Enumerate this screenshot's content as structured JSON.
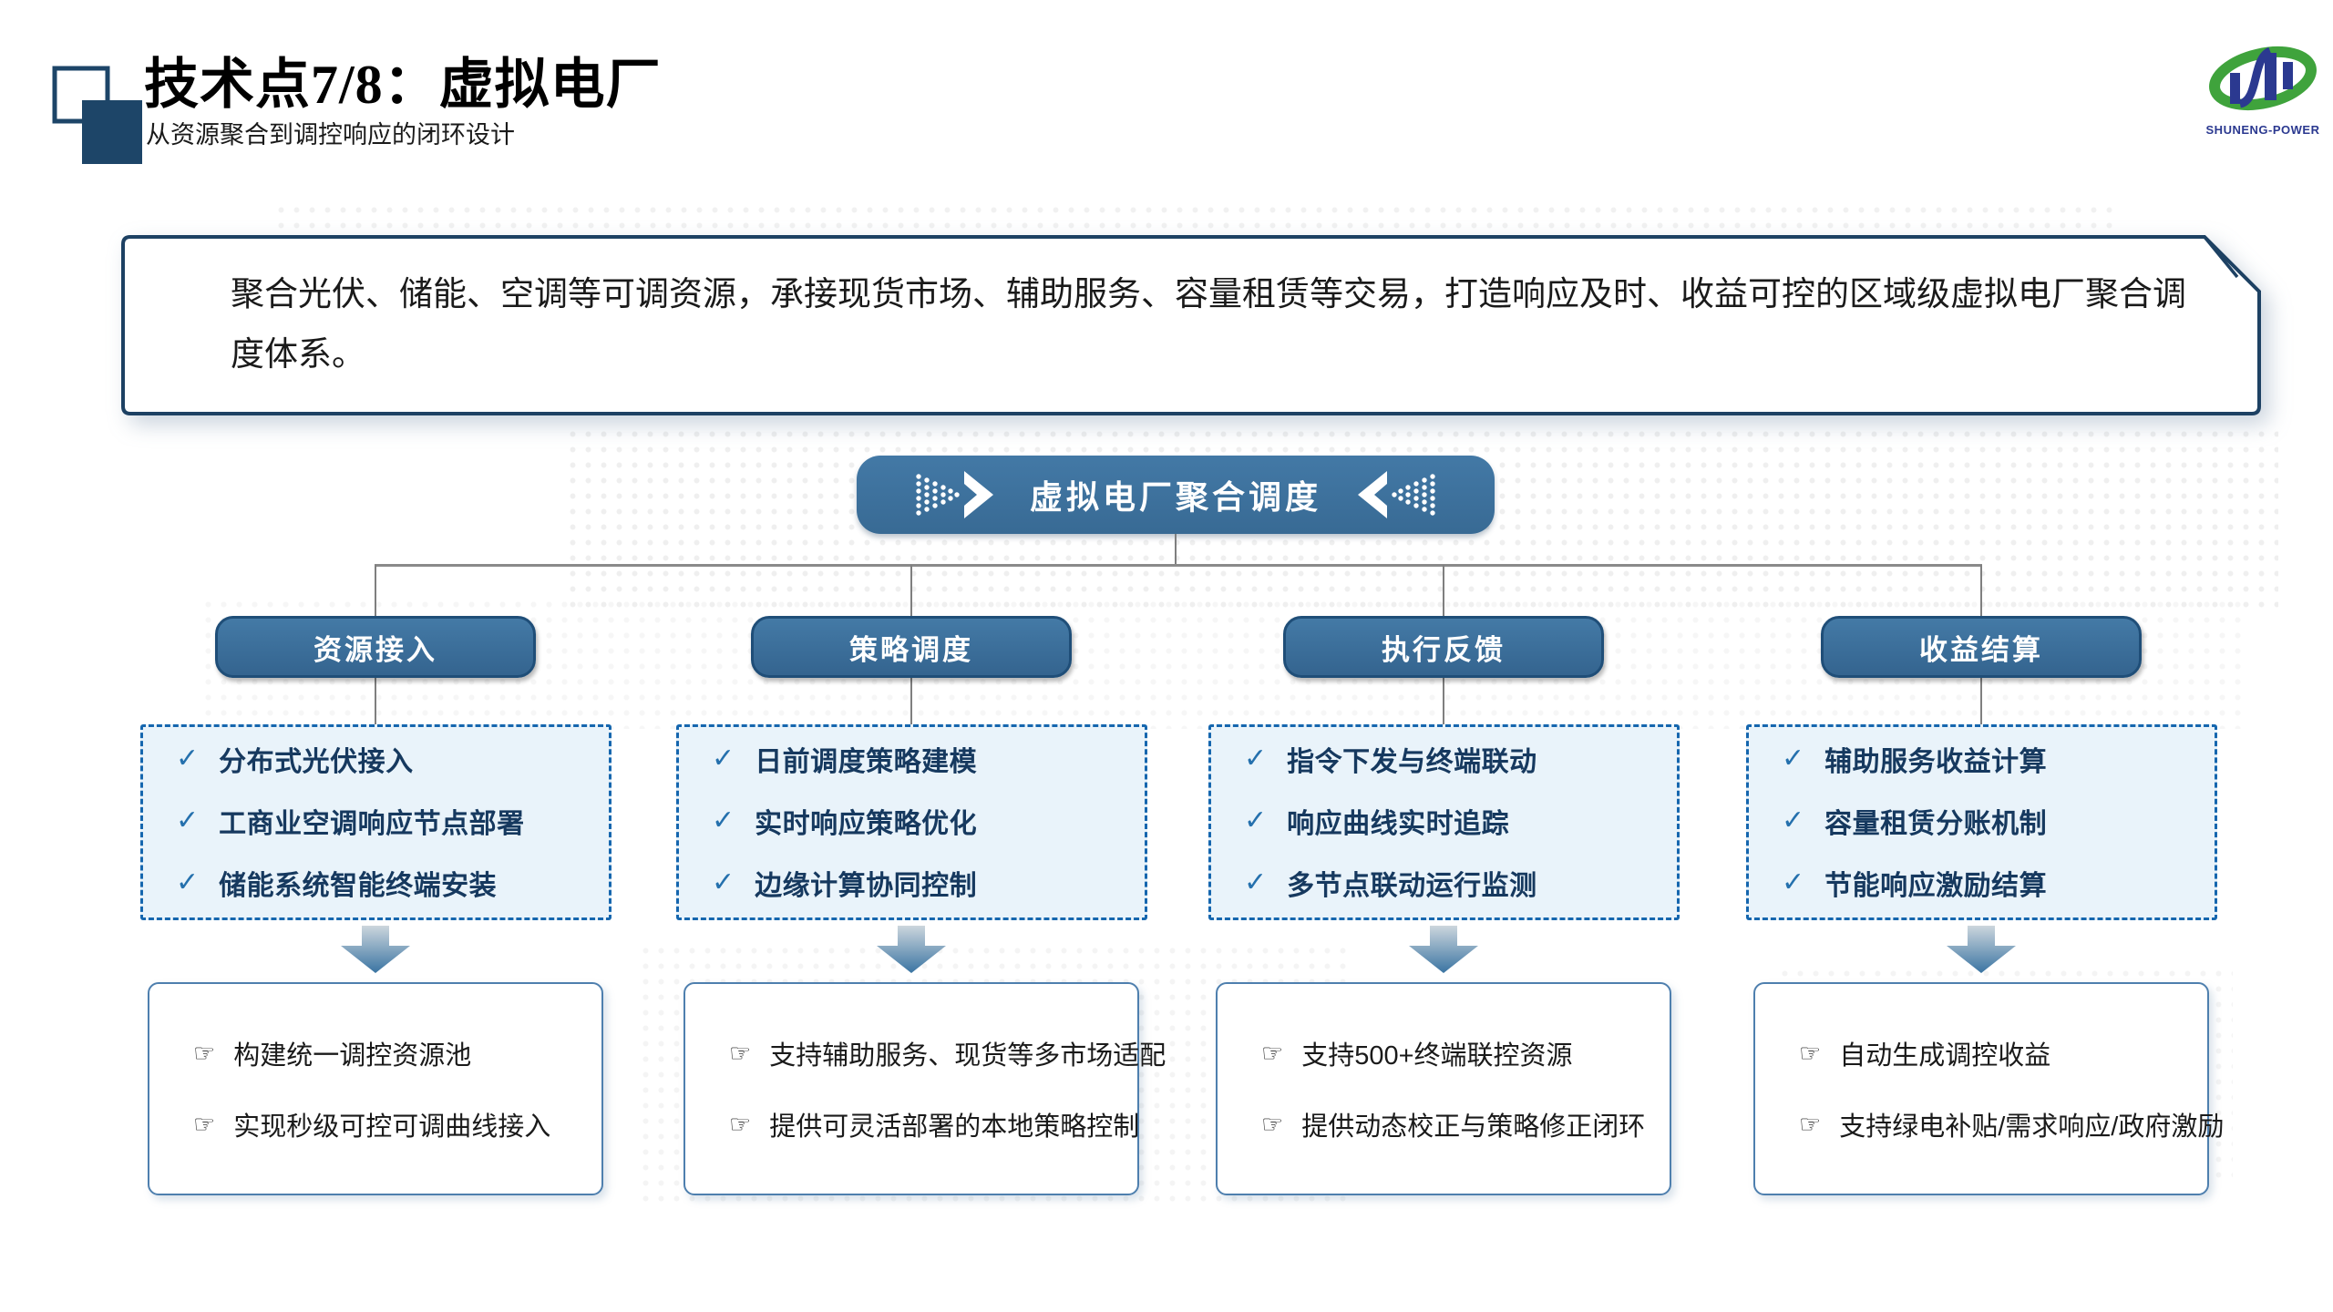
{
  "slide": {
    "header": {
      "title": "技术点7/8：虚拟电厂",
      "subtitle": "从资源聚合到调控响应的闭环设计"
    },
    "logo": {
      "text": "SHUNENG-POWER"
    },
    "summary": "聚合光伏、储能、空调等可调资源，承接现货市场、辅助服务、容量租赁等交易，打造响应及时、收益可控的区域级虚拟电厂聚合调度体系。",
    "root": {
      "label": "虚拟电厂聚合调度"
    },
    "icons": {
      "check": "✓",
      "hand": "☞"
    },
    "columns": [
      {
        "header": "资源接入",
        "checks": [
          "分布式光伏接入",
          "工商业空调响应节点部署",
          "储能系统智能终端安装"
        ],
        "notes": [
          "构建统一调控资源池",
          "实现秒级可控可调曲线接入"
        ]
      },
      {
        "header": "策略调度",
        "checks": [
          "日前调度策略建模",
          "实时响应策略优化",
          "边缘计算协同控制"
        ],
        "notes": [
          "支持辅助服务、现货等多市场适配",
          "提供可灵活部署的本地策略控制"
        ]
      },
      {
        "header": "执行反馈",
        "checks": [
          "指令下发与终端联动",
          "响应曲线实时追踪",
          "多节点联动运行监测"
        ],
        "notes": [
          "支持500+终端联控资源",
          "提供动态校正与策略修正闭环"
        ]
      },
      {
        "header": "收益结算",
        "checks": [
          "辅助服务收益计算",
          "容量租赁分账机制",
          "节能响应激励结算"
        ],
        "notes": [
          "自动生成调控收益",
          "支持绿电补贴/需求响应/政府激励"
        ]
      }
    ],
    "colors": {
      "node_blue": "#3b6d98",
      "border_navy": "#1d4568",
      "dotted_border": "#1566ae",
      "panel_light_blue": "#e9f3fa",
      "text_navy": "#16395f",
      "logo_green": "#3fa33c",
      "logo_blue": "#2b3990"
    }
  }
}
